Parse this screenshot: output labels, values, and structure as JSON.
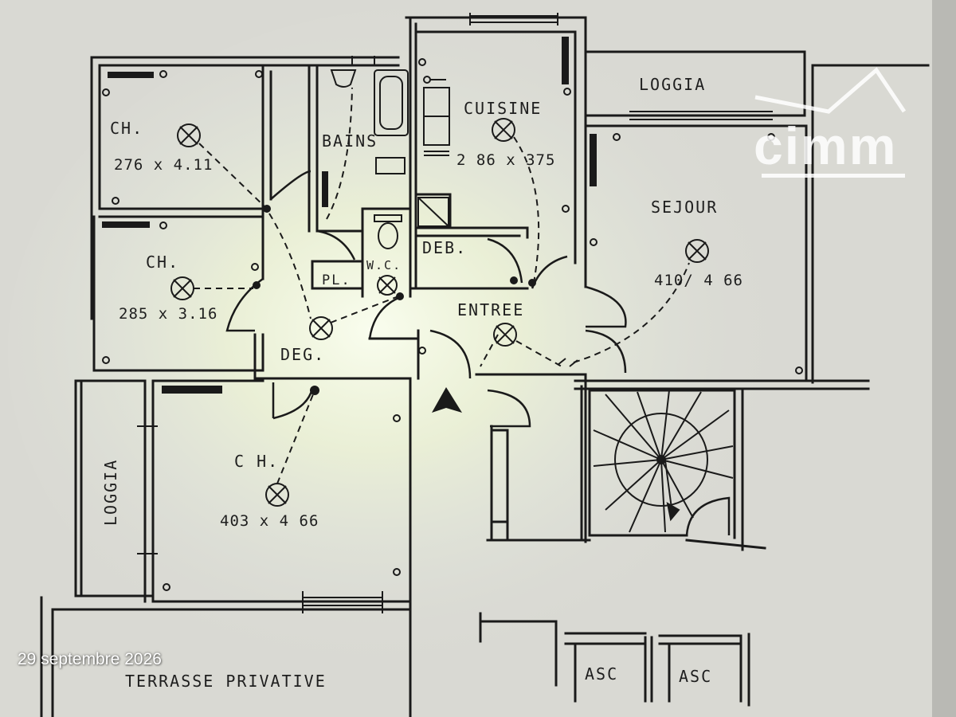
{
  "plan": {
    "rooms": {
      "ch_top": {
        "name": "CH.",
        "dims": "276 x 4.11"
      },
      "ch_mid": {
        "name": "CH.",
        "dims": "285 x 3.16"
      },
      "ch_bottom": {
        "name": "C H.",
        "dims": "403 x 4 66"
      },
      "bains": {
        "name": "BAINS"
      },
      "cuisine": {
        "name": "CUISINE",
        "dims": "2 86 x 375"
      },
      "sejour": {
        "name": "SEJOUR",
        "dims": "410/ 4 66"
      },
      "deb": {
        "name": "DEB."
      },
      "wc": {
        "name": "W.C."
      },
      "pl": {
        "name": "PL."
      },
      "deg": {
        "name": "DEG."
      },
      "entree": {
        "name": "ENTREE"
      },
      "loggia_top": {
        "name": "LOGGIA"
      },
      "loggia_left": {
        "name": "LOGGIA"
      },
      "terrasse": {
        "name": "TERRASSE PRIVATIVE"
      },
      "asc_1": {
        "name": "ASC"
      },
      "asc_2": {
        "name": "ASC"
      }
    }
  },
  "watermark": {
    "logo_icon": "roof-icon",
    "logo_text": "cimm"
  },
  "photo": {
    "date": "29 septembre 2026"
  },
  "colors": {
    "wall": "#1a1a1a",
    "paper": "#dcdcd6",
    "glare": "#f6ffd8"
  }
}
